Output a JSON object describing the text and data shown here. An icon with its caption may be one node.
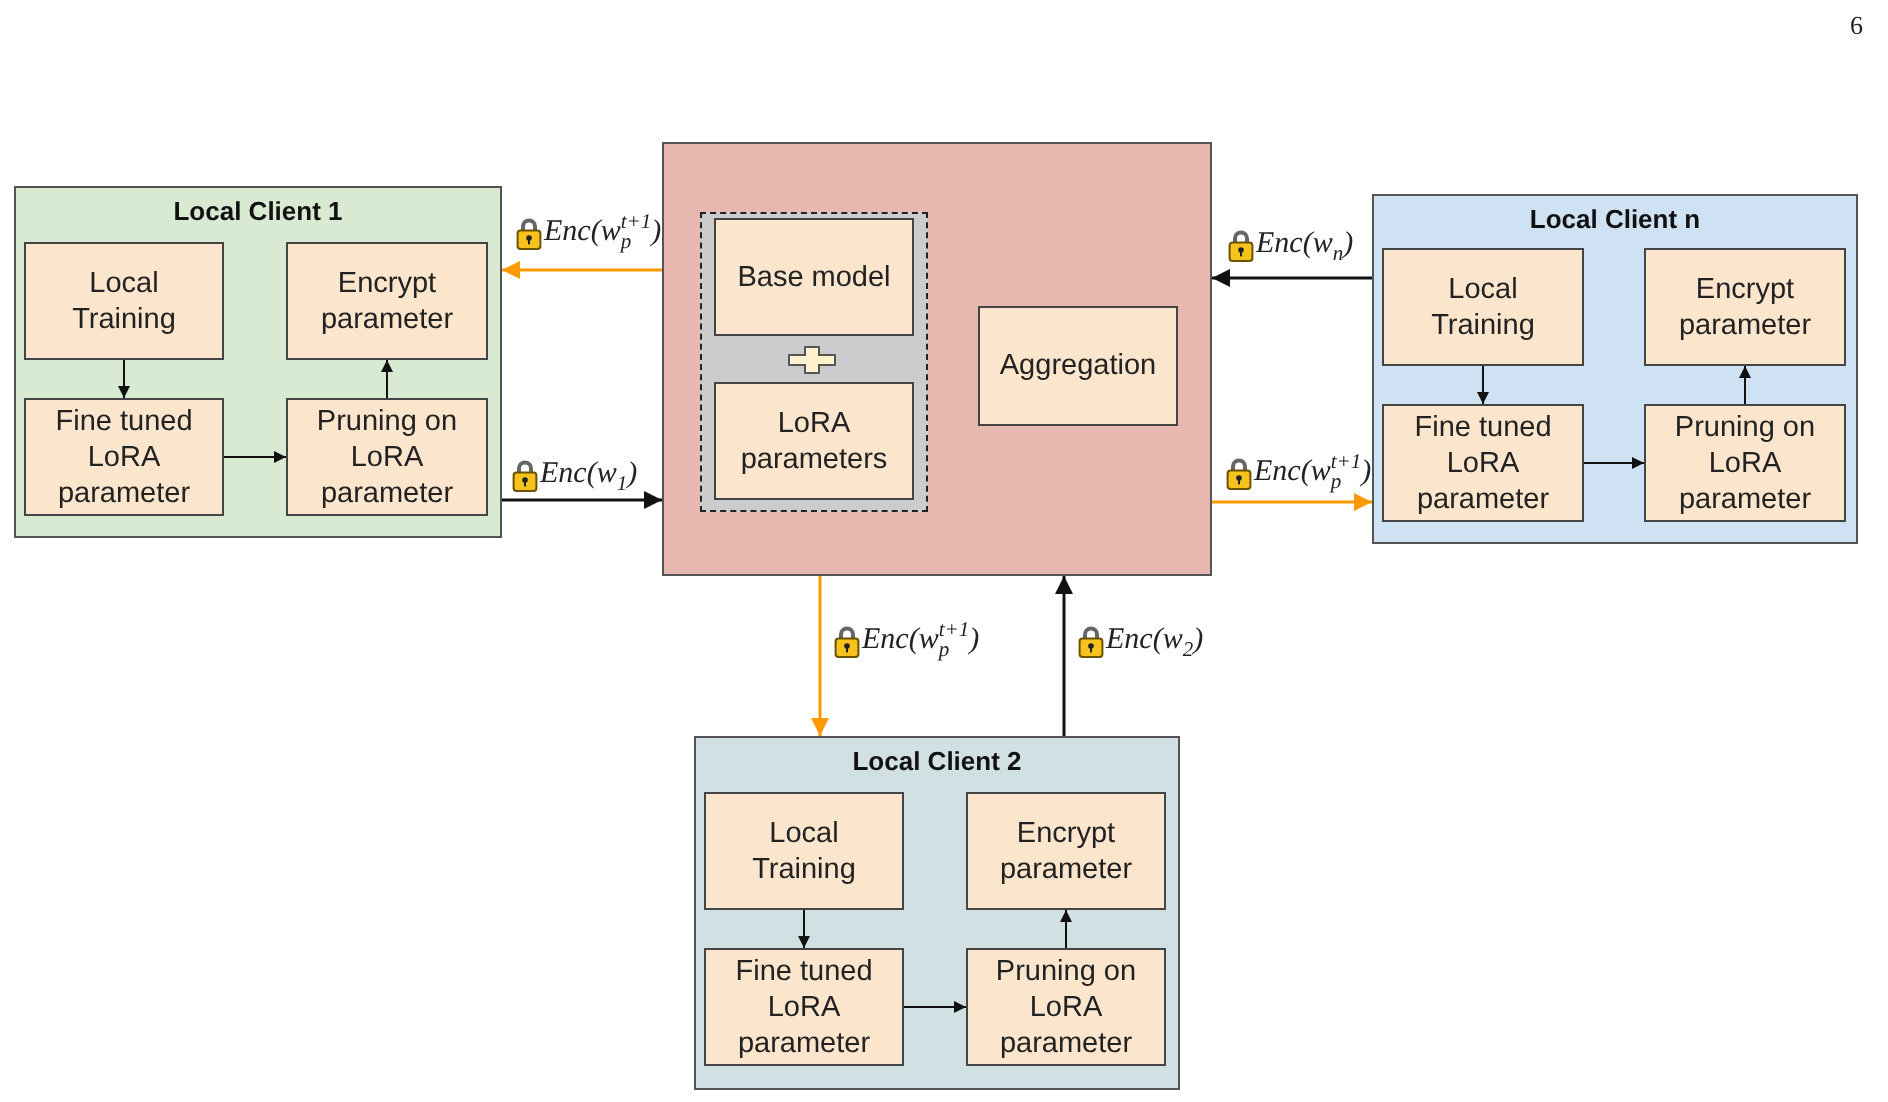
{
  "diagram": {
    "nodes": [
      {
        "text": [
          "Local Client 1"
        ]
      },
      {
        "text": [
          "Local Training"
        ],
        "in": 0
      },
      {
        "text": [
          "Encrypt parameter"
        ],
        "in": 0
      },
      {
        "text": [
          "Fine tuned LoRA parameter"
        ],
        "in": 0
      },
      {
        "text": [
          "Pruning on LoRA parameter"
        ],
        "in": 0
      },
      {
        "text": [],
        "shape": "box"
      },
      {
        "text": [],
        "shape": "box",
        "in": 5
      },
      {
        "text": [
          "Base model"
        ],
        "in": 6
      },
      {
        "text": [
          "LoRA parameters"
        ],
        "in": 6
      },
      {
        "text": [
          "Aggregation"
        ],
        "in": 5
      },
      {
        "text": [
          "Local Client n"
        ]
      },
      {
        "text": [
          "Local Training"
        ],
        "in": 10
      },
      {
        "text": [
          "Encrypt parameter"
        ],
        "in": 10
      },
      {
        "text": [
          "Fine tuned LoRA parameter"
        ],
        "in": 10
      },
      {
        "text": [
          "Pruning on LoRA parameter"
        ],
        "in": 10
      },
      {
        "text": [
          "Local Client 2"
        ]
      },
      {
        "text": [
          "Local Training"
        ],
        "in": 15
      },
      {
        "text": [
          "Encrypt parameter"
        ],
        "in": 15
      },
      {
        "text": [
          "Fine tuned LoRA parameter"
        ],
        "in": 15
      },
      {
        "text": [
          "Pruning on LoRA parameter"
        ],
        "in": 15
      }
    ],
    "edges": [
      {
        "from": 1,
        "to": 3,
        "arrow": "to"
      },
      {
        "from": 3,
        "to": 4,
        "arrow": "to"
      },
      {
        "from": 4,
        "to": 2,
        "arrow": "to"
      },
      {
        "from": 5,
        "to": 0,
        "arrow": "to",
        "label": "Enc(w$_{p}$$^{t+1}$)",
        "color": "#ff9900"
      },
      {
        "from": 0,
        "to": 5,
        "arrow": "to",
        "label": "Enc(w$_{1}$)"
      },
      {
        "from": 10,
        "to": 5,
        "arrow": "to",
        "label": "Enc(w$_{n}$)"
      },
      {
        "from": 5,
        "to": 10,
        "arrow": "to",
        "label": "Enc(w$_{p}$$^{t+1}$)",
        "color": "#ff9900"
      },
      {
        "from": 11,
        "to": 13,
        "arrow": "to"
      },
      {
        "from": 13,
        "to": 14,
        "arrow": "to"
      },
      {
        "from": 14,
        "to": 12,
        "arrow": "to"
      },
      {
        "from": 5,
        "to": 15,
        "arrow": "to",
        "label": "Enc(w$_{p}$$^{t+1}$)",
        "color": "#ff9900"
      },
      {
        "from": 15,
        "to": 5,
        "arrow": "to",
        "label": "Enc(w$_{2}$)"
      },
      {
        "from": 16,
        "to": 18,
        "arrow": "to"
      },
      {
        "from": 18,
        "to": 19,
        "arrow": "to"
      },
      {
        "from": 19,
        "to": 17,
        "arrow": "to"
      }
    ],
    "labels": [
      "6"
    ]
  }
}
